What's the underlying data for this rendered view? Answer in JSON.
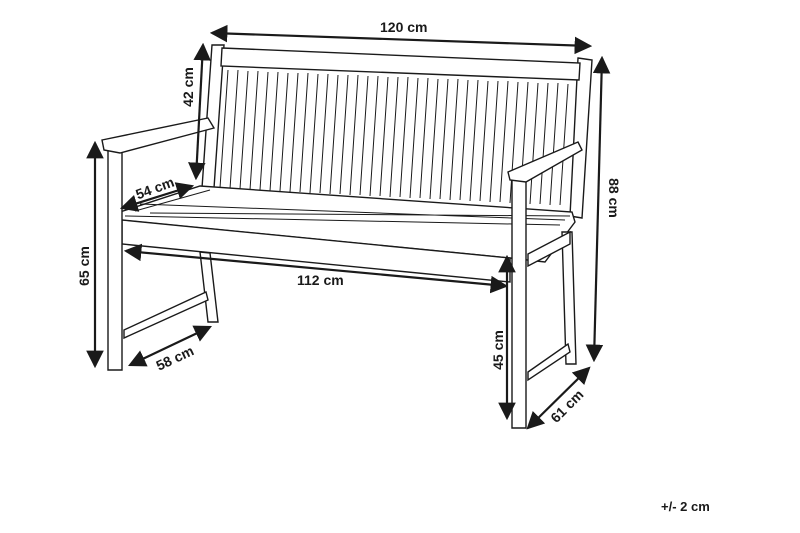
{
  "diagram": {
    "subject": "wooden garden bench",
    "colors": {
      "line": "#1a1a1a",
      "background": "#ffffff"
    },
    "dimensions": {
      "overall_width": "120 cm",
      "backrest_height": "42 cm",
      "seat_depth": "54 cm",
      "armrest_height": "65 cm",
      "seat_width": "112 cm",
      "side_depth": "58 cm",
      "seat_height": "45 cm",
      "total_height": "88 cm",
      "overall_depth": "61 cm"
    },
    "tolerance": "+/- 2 cm"
  }
}
